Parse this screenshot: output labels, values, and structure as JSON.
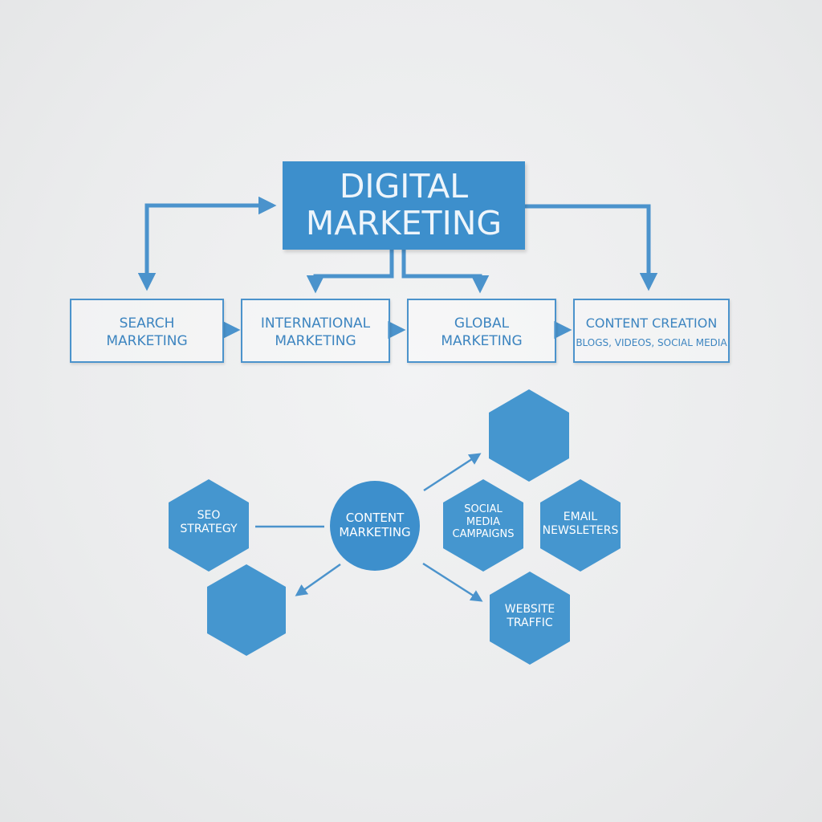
{
  "diagram": {
    "title_line1": "DIGITAL",
    "title_line2": "MARKETING",
    "categories": [
      {
        "line1": "SEARCH",
        "line2": "MARKETING"
      },
      {
        "line1": "INTERNATIONAL",
        "line2": "MARKETING"
      },
      {
        "line1": "GLOBAL",
        "line2": "MARKETING"
      },
      {
        "line1": "CONTENT CREATION",
        "line2": "BLOGS, VIDEOS, SOCIAL MEDIA"
      }
    ],
    "hub": {
      "line1": "CONTENT",
      "line2": "MARKETING"
    },
    "nodes": {
      "seo": {
        "line1": "SEO",
        "line2": "STRATEGY"
      },
      "social": {
        "line1": "SOCIAL",
        "line2": "MEDIA",
        "line3": "CAMPAIGNS"
      },
      "email": {
        "line1": "EMAIL",
        "line2": "NEWSLETERS"
      },
      "website": {
        "line1": "WEBSITE",
        "line2": "TRAFFIC"
      }
    }
  },
  "colors": {
    "primary": "#3d8fcc",
    "hexagon": "#4596cf",
    "line": "#4b93cc",
    "text_on_fill": "#ffffff",
    "text_on_outline": "#3d85c0"
  }
}
